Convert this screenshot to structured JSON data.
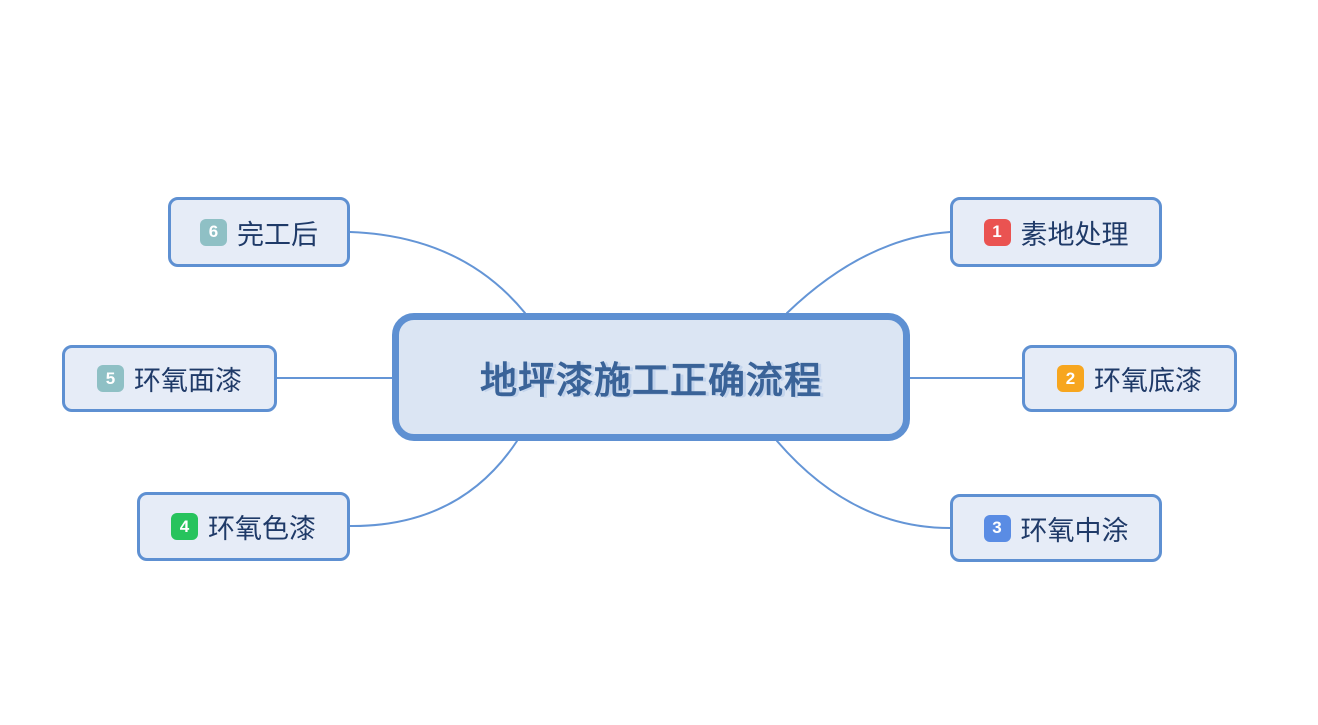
{
  "central": {
    "title": "地坪漆施工正确流程"
  },
  "nodes": [
    {
      "number": "1",
      "label": "素地处理",
      "badge_color": "#ea5351"
    },
    {
      "number": "2",
      "label": "环氧底漆",
      "badge_color": "#f7a61f"
    },
    {
      "number": "3",
      "label": "环氧中涂",
      "badge_color": "#5a8ce4"
    },
    {
      "number": "4",
      "label": "环氧色漆",
      "badge_color": "#27c35d"
    },
    {
      "number": "5",
      "label": "环氧面漆",
      "badge_color": "#8fc0c5"
    },
    {
      "number": "6",
      "label": "完工后",
      "badge_color": "#8fc0c5"
    }
  ],
  "colors": {
    "node_border": "#5e90d2",
    "connector": "#6495d6",
    "central_fill": "#dbe5f3",
    "leaf_fill": "#e6ecf7",
    "central_text": "#3a6398",
    "leaf_text": "#1f3a68",
    "badge_text": "#ffffff"
  }
}
